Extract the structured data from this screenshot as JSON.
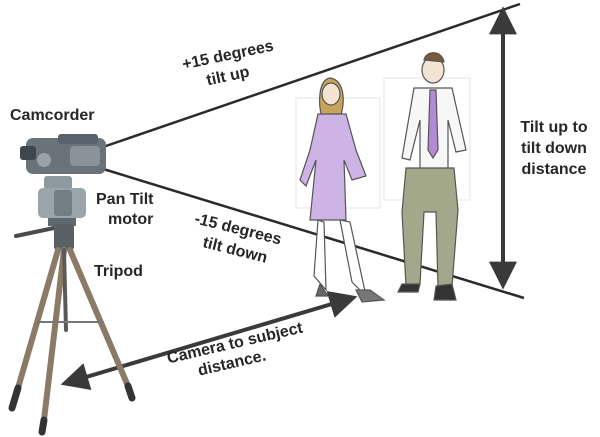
{
  "labels": {
    "camcorder": "Camcorder",
    "pan_tilt_line1": "Pan Tilt",
    "pan_tilt_line2": "motor",
    "tripod": "Tripod",
    "tilt_up_line1": "+15 degrees",
    "tilt_up_line2": "tilt up",
    "tilt_down_line1": "-15 degrees",
    "tilt_down_line2": "tilt down",
    "range_line1": "Tilt up to",
    "range_line2": "tilt down",
    "range_line3": "distance",
    "camera_dist_line1": "Camera to subject",
    "camera_dist_line2": "distance."
  },
  "colors": {
    "text": "#262626",
    "line": "#2b2b2b",
    "arrow": "#3a3a3a",
    "dress": "#cdb3e6",
    "tie": "#b48ad6",
    "camera_body": "#6b737a",
    "tripod_leg": "#8a7a66"
  },
  "icons": [
    "camcorder-icon",
    "pan-tilt-motor-icon",
    "tripod-icon",
    "woman-figure",
    "man-figure"
  ]
}
